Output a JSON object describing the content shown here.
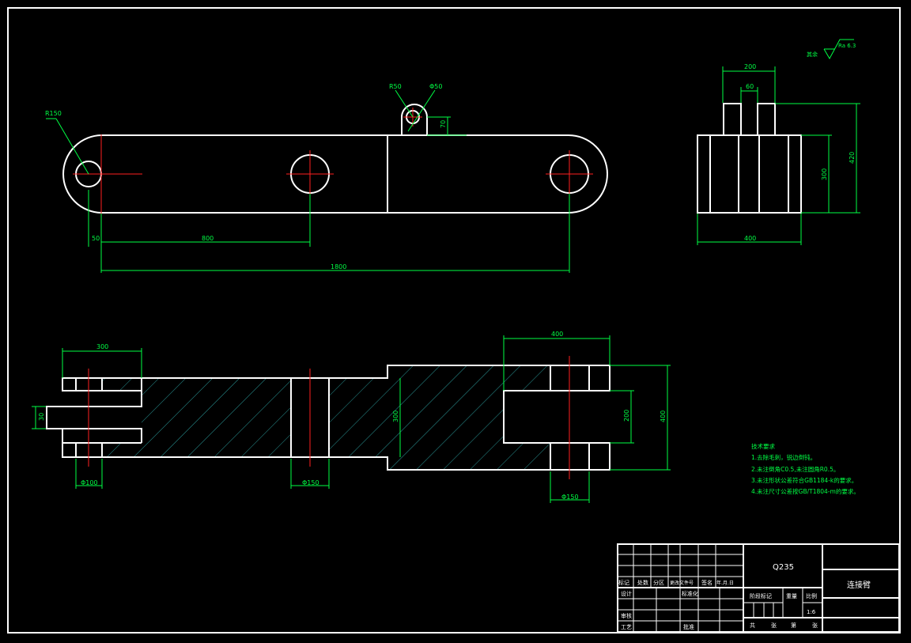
{
  "colors": {
    "outline": "#ffffff",
    "dimension": "#00ff44",
    "centerline": "#ff2020",
    "hatch": "#33bbbb",
    "background": "#000000"
  },
  "front_view": {
    "dims": {
      "r150": "R150",
      "r50": "R50",
      "phi50": "Φ50",
      "d70": "70",
      "d50": "50",
      "d800": "800",
      "d1800": "1800"
    }
  },
  "side_view": {
    "dims": {
      "d200": "200",
      "d60": "60",
      "d300": "300",
      "d420": "420",
      "d400": "400"
    },
    "roughness": {
      "prefix": "其余",
      "value": "Ra 6.3"
    }
  },
  "section_view": {
    "dims": {
      "d300": "300",
      "d30": "30",
      "phi100": "Φ100",
      "phi150_mid": "Φ150",
      "d300_mid": "300",
      "d400_top": "400",
      "d200": "200",
      "d400_right": "400",
      "phi150_right": "Φ150"
    }
  },
  "technical_requirements": {
    "title": "技术要求",
    "items": [
      "1.去除毛刺，锐边倒钝。",
      "2.未注倒角C0.5,未注圆角R0.5。",
      "3.未注形状公差符合GB1184-k的要求。",
      "4.未注尺寸公差按GB/T1804-m的要求。"
    ]
  },
  "title_block": {
    "material": "Q235",
    "part_name": "连接臂",
    "header_cells": [
      "标记",
      "处数",
      "分区",
      "更改文件号",
      "签名",
      "年.月.日"
    ],
    "designer": "设计",
    "standardization": "标准化",
    "reviewer": "审核",
    "process": "工艺",
    "approval": "批准",
    "stage_mark": "阶段标记",
    "weight": "重量",
    "scale_label": "比例",
    "scale": "1:6",
    "sheets": [
      "共",
      "张",
      "第",
      "张"
    ]
  }
}
